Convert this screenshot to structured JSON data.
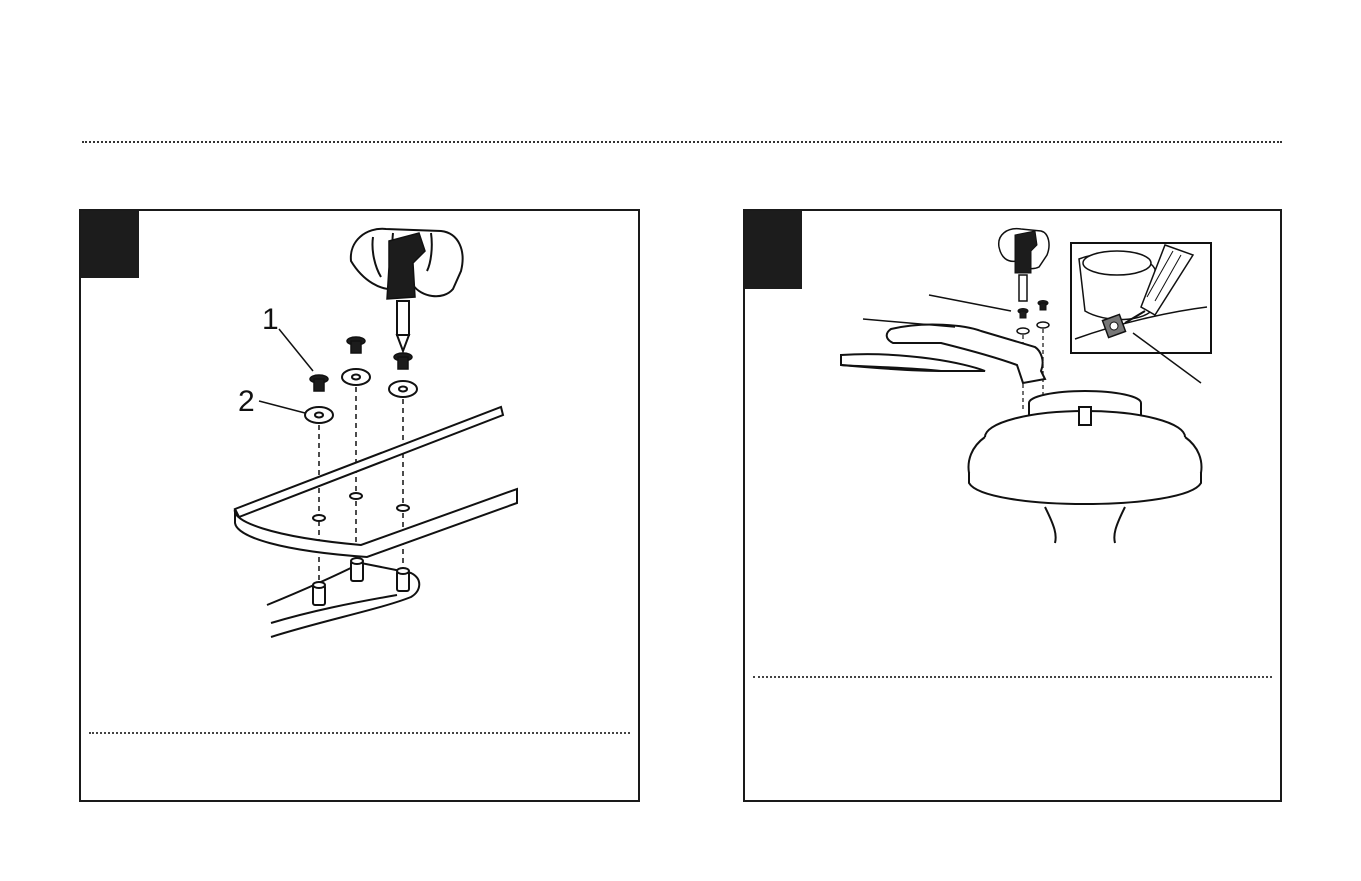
{
  "step_a": {
    "callouts": [
      {
        "label": "1",
        "part": "screw"
      },
      {
        "label": "2",
        "part": "washer"
      }
    ]
  },
  "step_b": {
    "callouts": []
  },
  "colors": {
    "ink": "#1a1a1a",
    "badge": "#1c1c1c",
    "paper": "#ffffff"
  },
  "icons": [
    "screwdriver-icon",
    "hand-icon",
    "screw-icon",
    "washer-icon"
  ]
}
